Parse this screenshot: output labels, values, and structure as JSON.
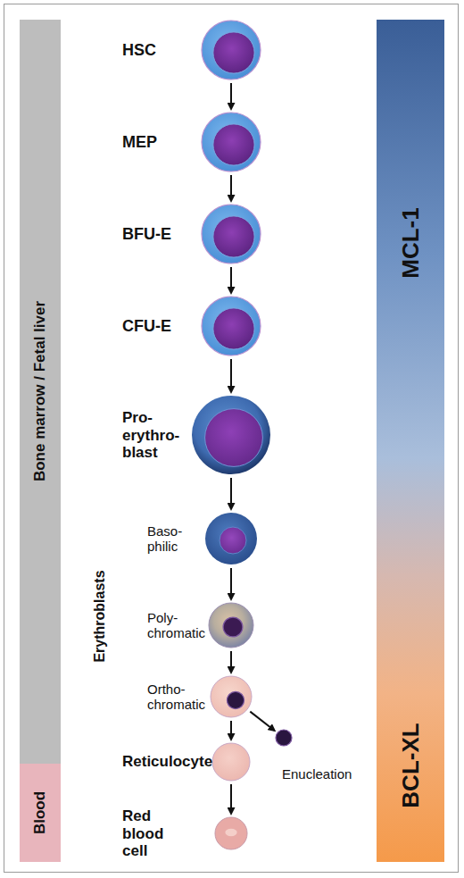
{
  "diagram": {
    "nodes": [
      {
        "text": [
          "Bone marrow / Fetal liver"
        ]
      },
      {
        "text": [
          "Blood"
        ]
      },
      {
        "text": [
          "HSC"
        ]
      },
      {
        "text": [
          "MEP"
        ]
      },
      {
        "text": [
          "BFU-E"
        ]
      },
      {
        "text": [
          "CFU-E"
        ]
      },
      {
        "text": [
          "Pro- erythro- blast"
        ]
      },
      {
        "text": [
          "Baso- philic"
        ]
      },
      {
        "text": [
          "Poly- chromatic"
        ]
      },
      {
        "text": [
          "Ortho- chromatic"
        ]
      },
      {
        "text": [
          "Enucleation"
        ]
      },
      {
        "text": [
          "Reticulocyte"
        ]
      },
      {
        "text": [
          "Red blood cell"
        ]
      },
      {
        "text": [
          "MCL-1",
          "BCL-XL"
        ]
      }
    ],
    "edges": [
      {
        "from": 2,
        "to": 3,
        "arrow": "to"
      },
      {
        "from": 3,
        "to": 4,
        "arrow": "to"
      },
      {
        "from": 4,
        "to": 5,
        "arrow": "to"
      },
      {
        "from": 5,
        "to": 6,
        "arrow": "to"
      },
      {
        "from": 6,
        "to": 7,
        "arrow": "to"
      },
      {
        "from": 7,
        "to": 8,
        "arrow": "to"
      },
      {
        "from": 8,
        "to": 9,
        "arrow": "to"
      },
      {
        "from": 9,
        "to": 11,
        "arrow": "to"
      },
      {
        "from": 9,
        "to": 10,
        "arrow": "to"
      },
      {
        "from": 11,
        "to": 12,
        "arrow": "to"
      }
    ],
    "labels": [
      "Erythroblasts"
    ]
  }
}
